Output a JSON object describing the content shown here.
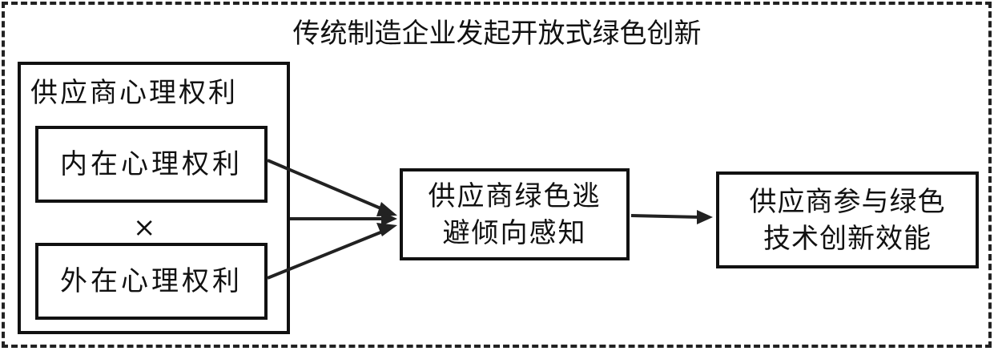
{
  "outer": {
    "title": "传统制造企业发起开放式绿色创新"
  },
  "group": {
    "title": "供应商心理权利",
    "inner_top": "内在心理权利",
    "operator": "×",
    "inner_bottom": "外在心理权利"
  },
  "mediator": {
    "line1": "供应商绿色逃",
    "line2": "避倾向感知"
  },
  "outcome": {
    "line1": "供应商参与绿色",
    "line2": "技术创新效能"
  }
}
